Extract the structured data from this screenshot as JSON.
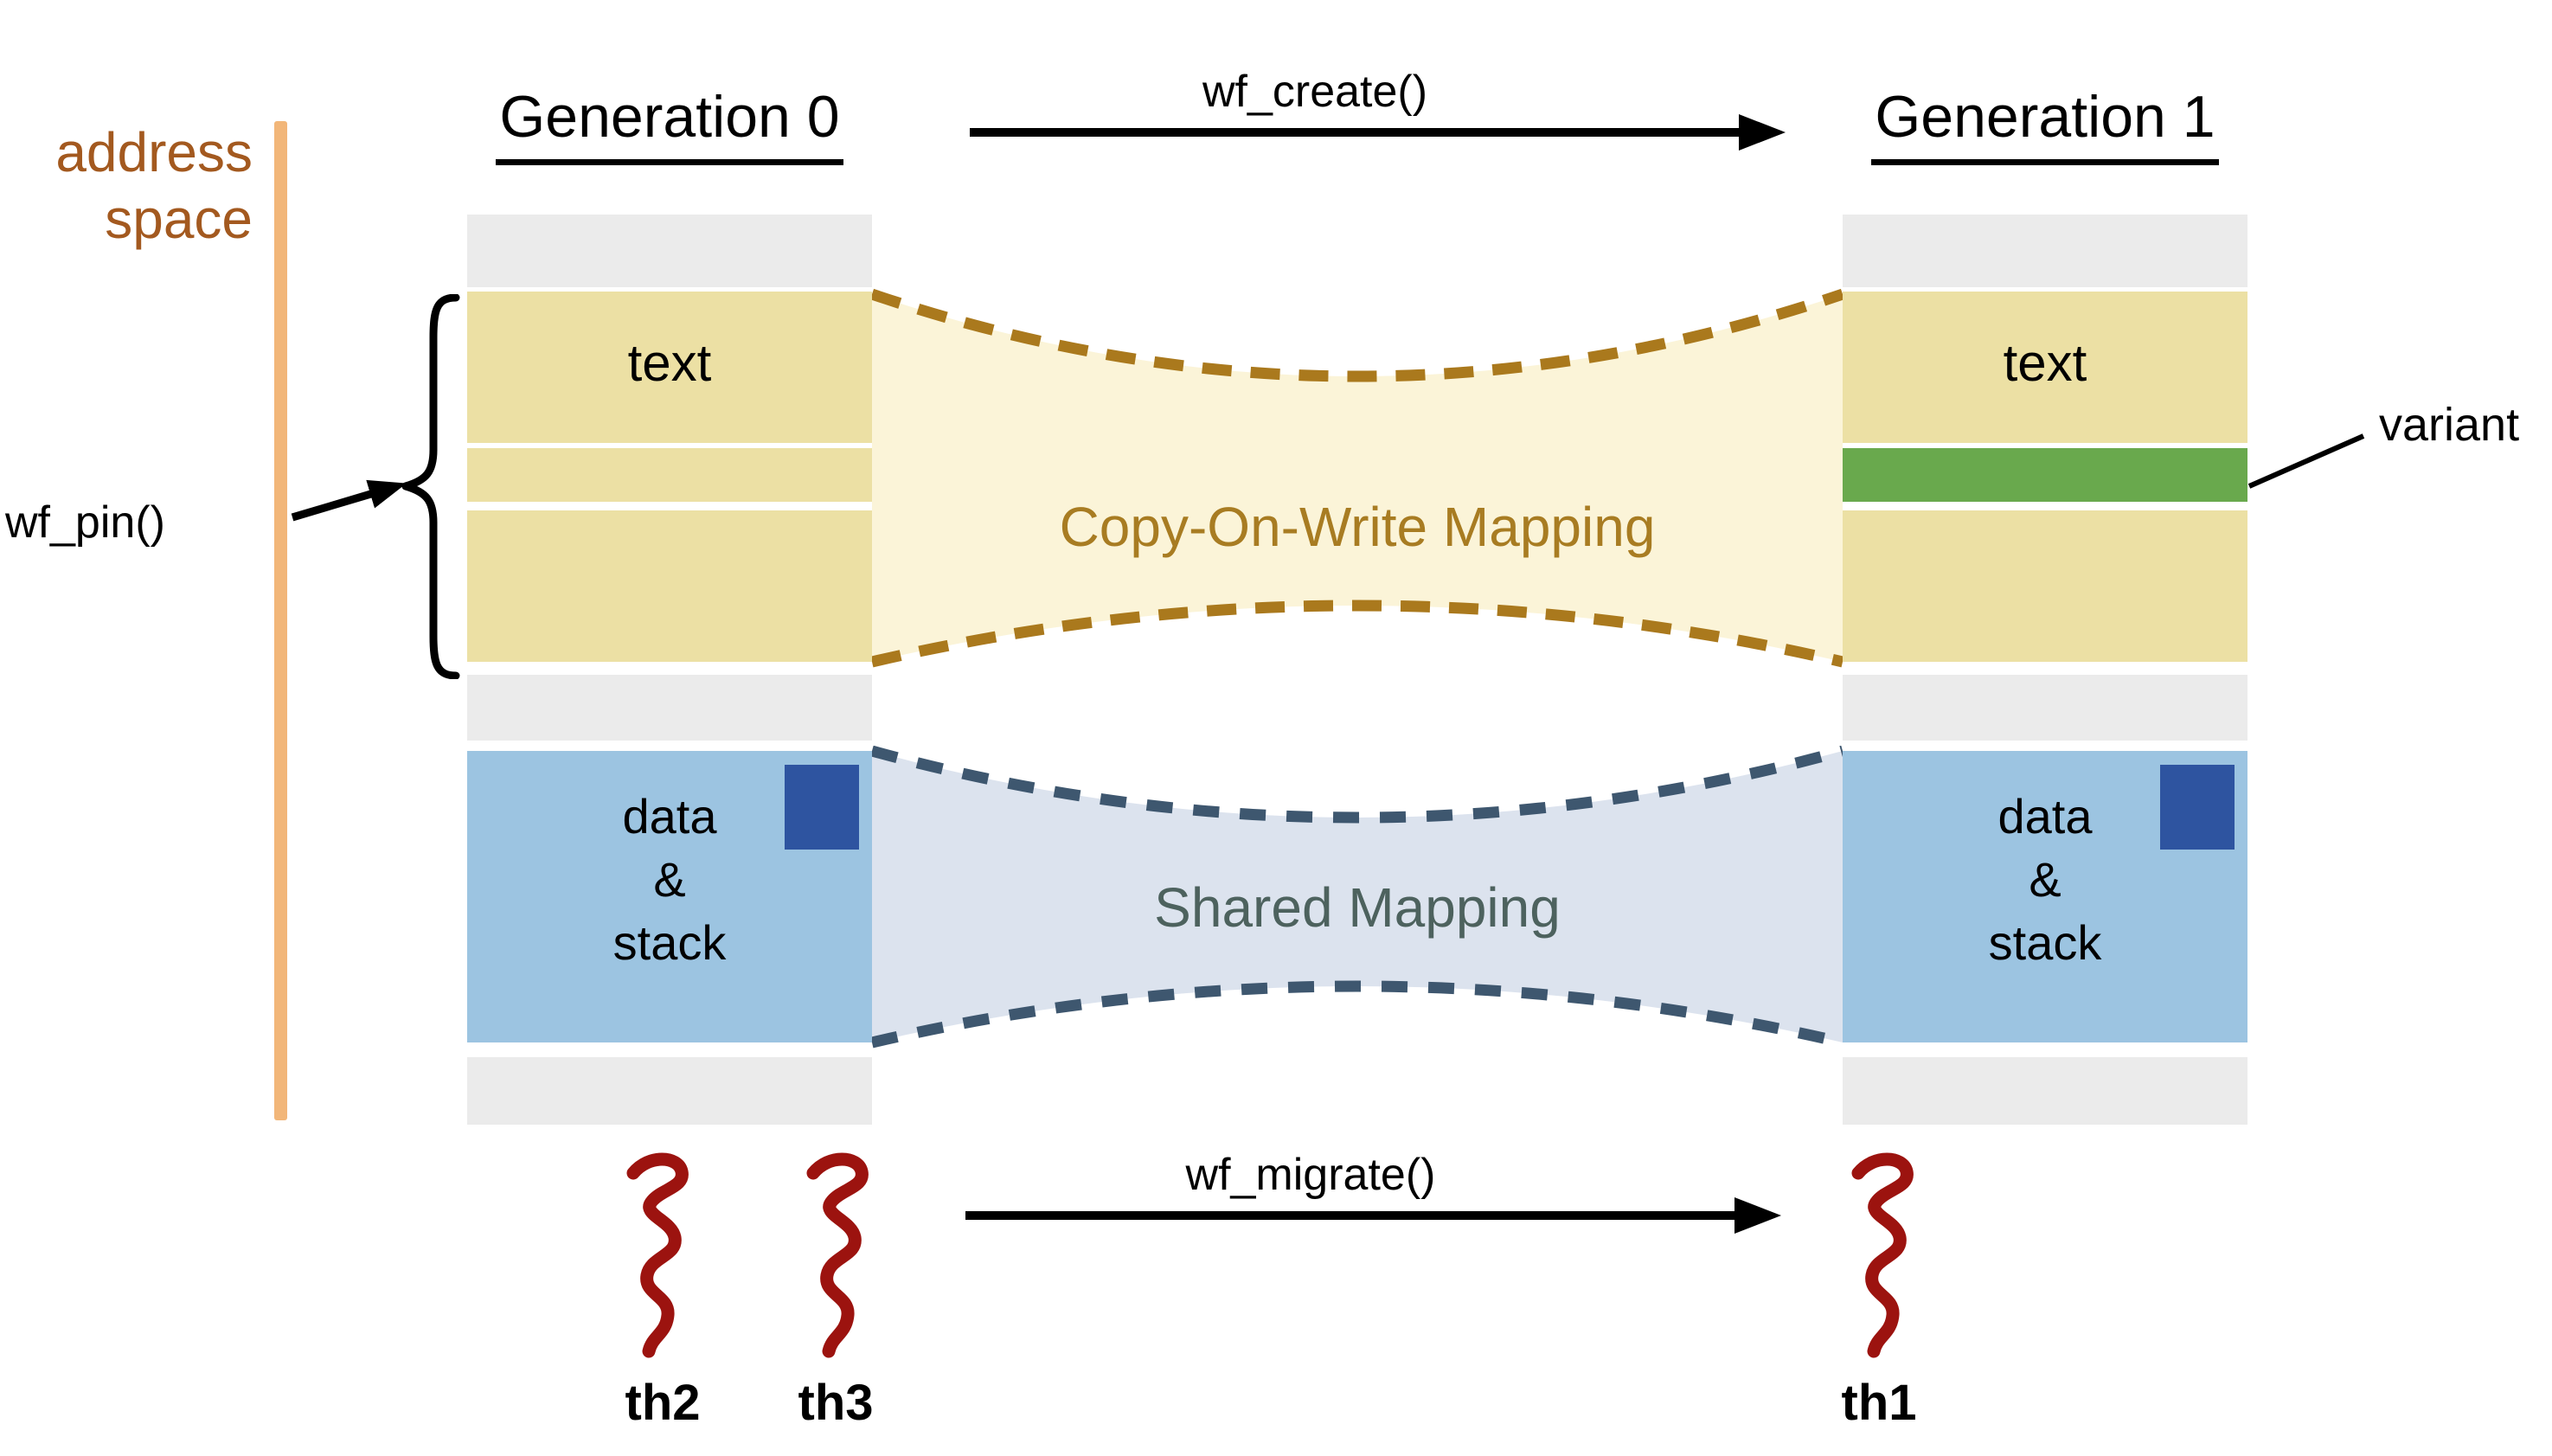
{
  "diagram": {
    "address_space": {
      "line1": "address",
      "line2": "space"
    },
    "functions": {
      "wf_pin": "wf_pin()",
      "wf_create": "wf_create()",
      "wf_migrate": "wf_migrate()"
    },
    "generation0": {
      "title": "Generation 0",
      "text_label": "text",
      "data_stack": [
        "data",
        "&",
        "stack"
      ],
      "thread_labels": [
        "th2",
        "th3"
      ]
    },
    "generation1": {
      "title": "Generation 1",
      "text_label": "text",
      "data_stack": [
        "data",
        "&",
        "stack"
      ],
      "thread_labels": [
        "th1"
      ],
      "variant_label": "variant"
    },
    "mappings": {
      "cow": "Copy-On-Write Mapping",
      "shared": "Shared Mapping"
    }
  },
  "colors": {
    "ink": "#000000",
    "block_gray": "#ebebeb",
    "block_yellow": "#ece0a4",
    "block_green": "#69a94d",
    "block_blue": "#9cc4e1",
    "navy_square": "#2e54a0",
    "cow_fill": "#fbf4d8",
    "cow_dash": "#aa791d",
    "cow_text": "#a87c22",
    "shared_fill": "#dce3ee",
    "shared_dash": "#3e576f",
    "shared_text": "#4d625e",
    "address_bar": "#f2b679",
    "address_text": "#a3591f",
    "thread_red": "#9c130f"
  }
}
